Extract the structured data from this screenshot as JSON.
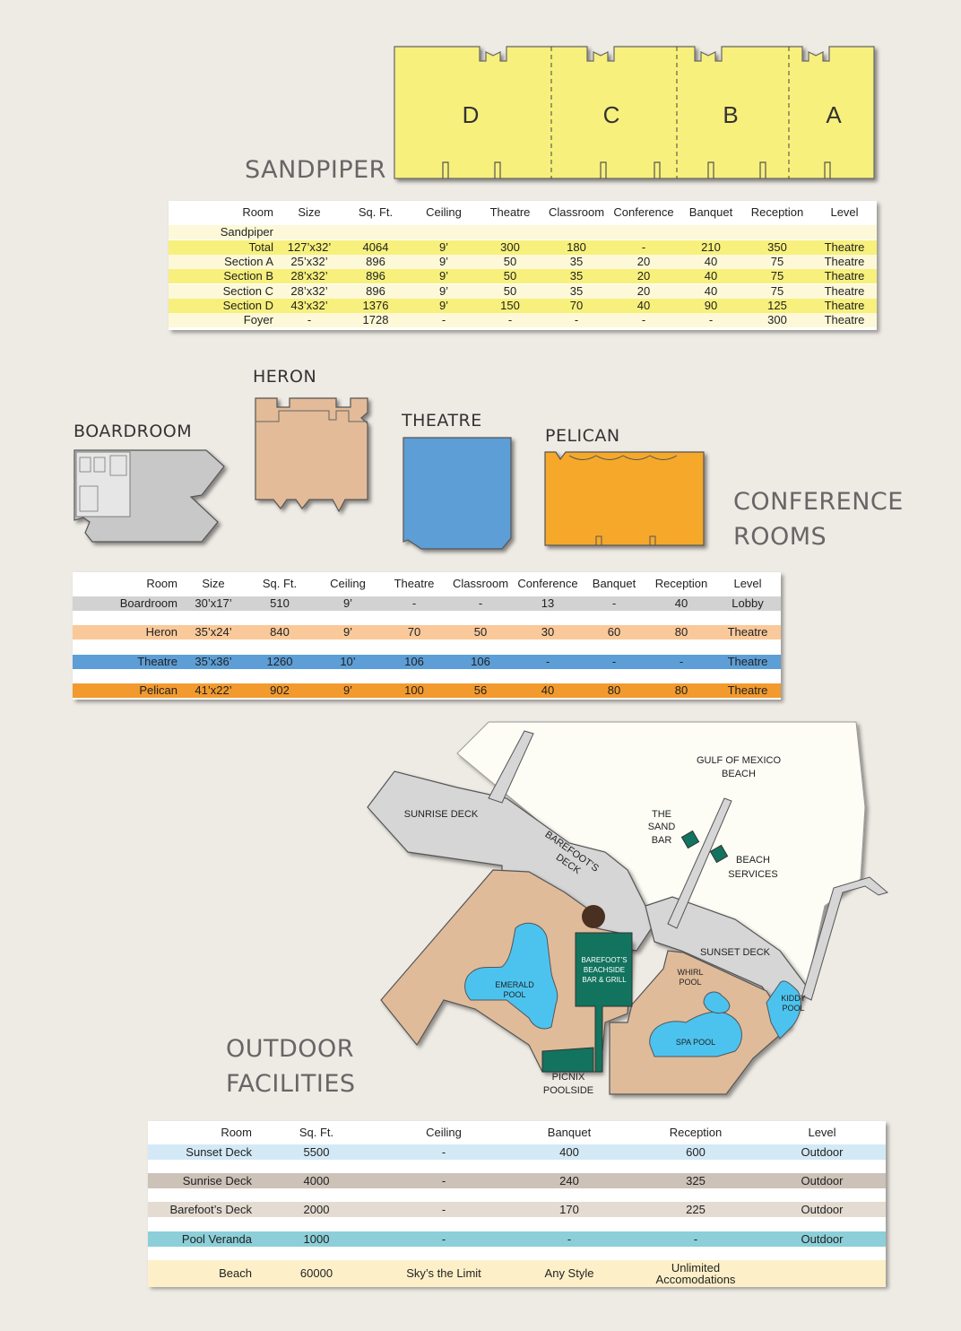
{
  "sandpiper": {
    "title": "SANDPIPER",
    "sections": [
      "D",
      "C",
      "B",
      "A"
    ],
    "color": "#f7f07c",
    "table": {
      "headers": [
        "Room",
        "Size",
        "Sq. Ft.",
        "Ceiling",
        "Theatre",
        "Classroom",
        "Conference",
        "Banquet",
        "Reception",
        "Level"
      ],
      "group_label": "Sandpiper",
      "rows": [
        [
          "Total",
          "127’x32’",
          "4064",
          "9’",
          "300",
          "180",
          "-",
          "210",
          "350",
          "Theatre"
        ],
        [
          "Section A",
          "25’x32’",
          "896",
          "9’",
          "50",
          "35",
          "20",
          "40",
          "75",
          "Theatre"
        ],
        [
          "Section B",
          "28’x32’",
          "896",
          "9’",
          "50",
          "35",
          "20",
          "40",
          "75",
          "Theatre"
        ],
        [
          "Section C",
          "28’x32’",
          "896",
          "9’",
          "50",
          "35",
          "20",
          "40",
          "75",
          "Theatre"
        ],
        [
          "Section D",
          "43’x32’",
          "1376",
          "9’",
          "150",
          "70",
          "40",
          "90",
          "125",
          "Theatre"
        ],
        [
          "Foyer",
          "-",
          "1728",
          "-",
          "-",
          "-",
          "-",
          "-",
          "300",
          "Theatre"
        ]
      ]
    }
  },
  "conference": {
    "title_line1": "CONFERENCE",
    "title_line2": "ROOMS",
    "rooms": {
      "boardroom": {
        "label": "BOARDROOM",
        "color": "#c8c8c8"
      },
      "heron": {
        "label": "HERON",
        "color": "#e3bb98"
      },
      "theatre": {
        "label": "THEATRE",
        "color": "#5d9ed6"
      },
      "pelican": {
        "label": "PELICAN",
        "color": "#f5a82b"
      }
    },
    "table": {
      "headers": [
        "Room",
        "Size",
        "Sq. Ft.",
        "Ceiling",
        "Theatre",
        "Classroom",
        "Conference",
        "Banquet",
        "Reception",
        "Level"
      ],
      "rows": [
        {
          "cells": [
            "Boardroom",
            "30’x17’",
            "510",
            "9’",
            "-",
            "-",
            "13",
            "-",
            "40",
            "Lobby"
          ],
          "color": "#d2d2d2"
        },
        {
          "cells": [
            "Heron",
            "35’x24’",
            "840",
            "9’",
            "70",
            "50",
            "30",
            "60",
            "80",
            "Theatre"
          ],
          "color": "#f9c99a"
        },
        {
          "cells": [
            "Theatre",
            "35’x36’",
            "1260",
            "10’",
            "106",
            "106",
            "-",
            "-",
            "-",
            "Theatre"
          ],
          "color": "#5d9ed6"
        },
        {
          "cells": [
            "Pelican",
            "41’x22’",
            "902",
            "9’",
            "100",
            "56",
            "40",
            "80",
            "80",
            "Theatre"
          ],
          "color": "#f29a2e"
        }
      ]
    }
  },
  "outdoor": {
    "title_line1": "OUTDOOR",
    "title_line2": "FACILITIES",
    "map_labels": {
      "gulf_line1": "GULF OF MEXICO",
      "gulf_line2": "BEACH",
      "sunrise_deck": "SUNRISE DECK",
      "barefoots_line1": "BAREFOOT’S",
      "barefoots_line2": "DECK",
      "sand_bar_line1": "THE",
      "sand_bar_line2": "SAND",
      "sand_bar_line3": "BAR",
      "beach_services_line1": "BEACH",
      "beach_services_line2": "SERVICES",
      "sunset_deck": "SUNSET DECK",
      "emerald_line1": "EMERALD",
      "emerald_line2": "POOL",
      "bar_line1": "BAREFOOT’S",
      "bar_line2": "BEACHSIDE",
      "bar_line3": "BAR & GRILL",
      "whirl_line1": "WHIRL",
      "whirl_line2": "POOL",
      "kiddy_line1": "KIDDY",
      "kiddy_line2": "POOL",
      "spa_pool": "SPA POOL",
      "picnix_line1": "PICNIX",
      "picnix_line2": "POOLSIDE"
    },
    "colors": {
      "deck": "#d6d6d6",
      "land": "#dfbb9a",
      "water": "#4cc3ef",
      "bar": "#12735e",
      "sand": "#fdfdf6"
    },
    "table": {
      "headers": [
        "Room",
        "Sq. Ft.",
        "Ceiling",
        "Banquet",
        "Reception",
        "Level"
      ],
      "rows": [
        {
          "cells": [
            "Sunset Deck",
            "5500",
            "-",
            "400",
            "600",
            "Outdoor"
          ],
          "color": "#d3e9f6"
        },
        {
          "cells": [
            "Sunrise Deck",
            "4000",
            "-",
            "240",
            "325",
            "Outdoor"
          ],
          "color": "#cdc2b8"
        },
        {
          "cells": [
            "Barefoot’s Deck",
            "2000",
            "-",
            "170",
            "225",
            "Outdoor"
          ],
          "color": "#e4dcd2"
        },
        {
          "cells": [
            "Pool Veranda",
            "1000",
            "-",
            "-",
            "-",
            "Outdoor"
          ],
          "color": "#8ccfd8"
        },
        {
          "cells": [
            "Beach",
            "60000",
            "Sky’s the Limit",
            "Any Style",
            "Unlimited",
            "",
            ""
          ],
          "color": "#fdf0c8"
        }
      ],
      "beach_reception_line2": "Accomodations"
    }
  }
}
